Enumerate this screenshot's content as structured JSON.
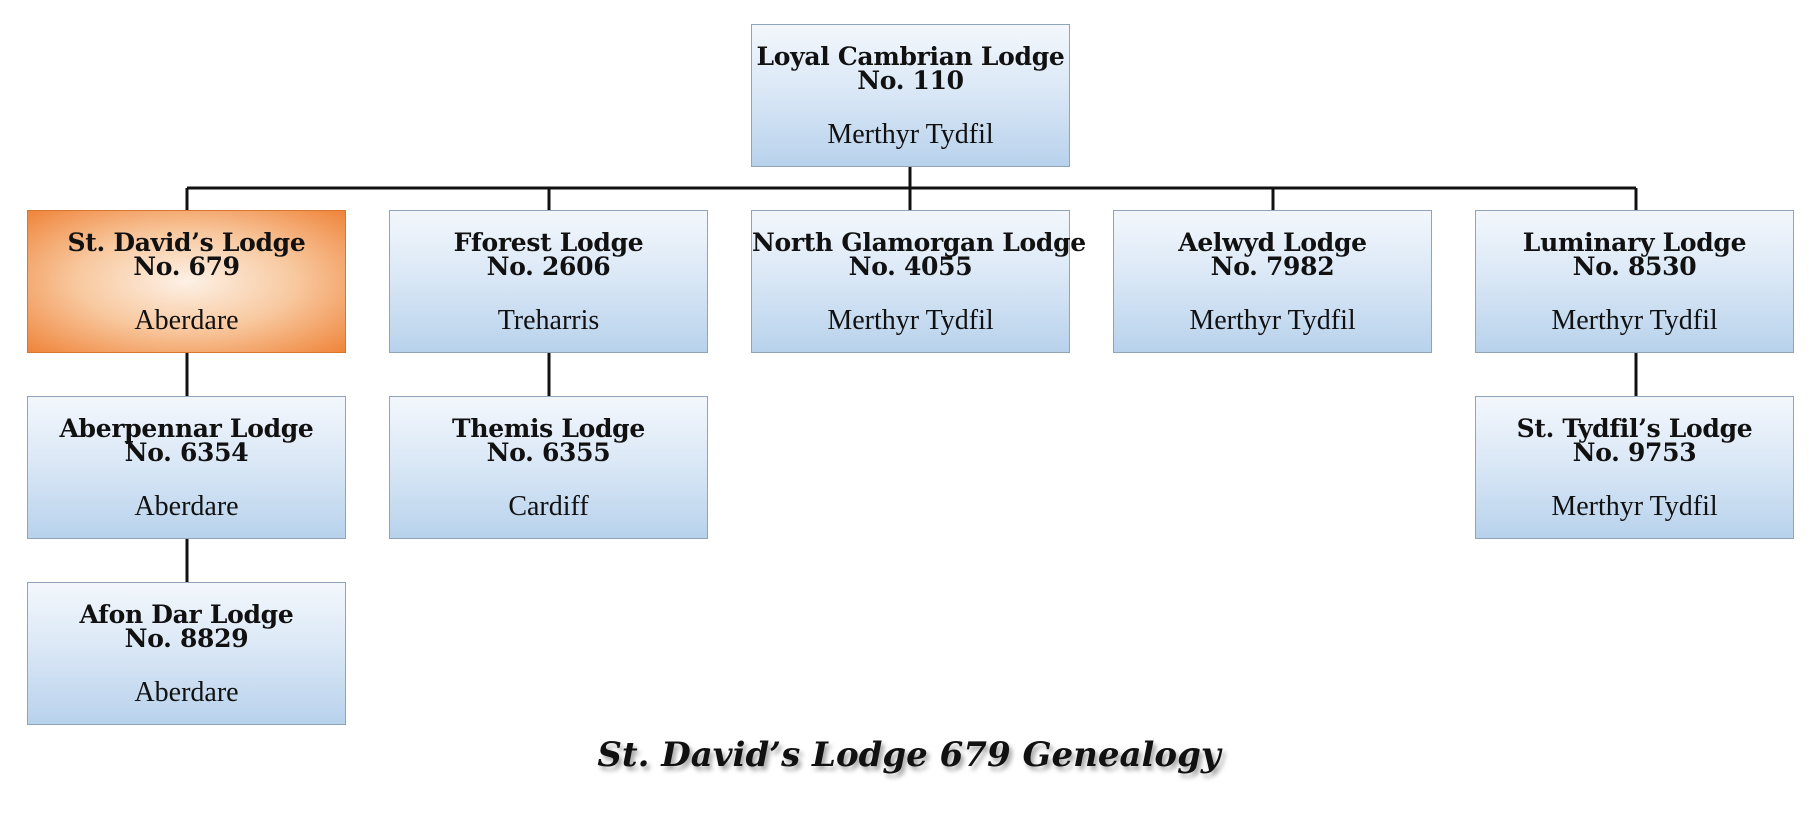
{
  "title": "St. David’s Lodge 679 Genealogy",
  "nodes": {
    "root": {
      "name": "Loyal Cambrian Lodge",
      "number": "No. 110",
      "location": "Merthyr Tydfil"
    },
    "st_davids": {
      "name": "St. David’s Lodge",
      "number": "No. 679",
      "location": "Aberdare",
      "highlighted": true
    },
    "fforest": {
      "name": "Fforest Lodge",
      "number": "No. 2606",
      "location": "Treharris"
    },
    "north_glam": {
      "name": "North Glamorgan Lodge",
      "number": "No. 4055",
      "location": "Merthyr Tydfil"
    },
    "aelwyd": {
      "name": "Aelwyd Lodge",
      "number": "No. 7982",
      "location": "Merthyr Tydfil"
    },
    "luminary": {
      "name": "Luminary Lodge",
      "number": "No. 8530",
      "location": "Merthyr Tydfil"
    },
    "aberpennar": {
      "name": "Aberpennar Lodge",
      "number": "No. 6354",
      "location": "Aberdare"
    },
    "themis": {
      "name": "Themis Lodge",
      "number": "No. 6355",
      "location": "Cardiff"
    },
    "st_tydfils": {
      "name": "St. Tydfil’s Lodge",
      "number": "No. 9753",
      "location": "Merthyr Tydfil"
    },
    "afon_dar": {
      "name": "Afon Dar Lodge",
      "number": "No. 8829",
      "location": "Aberdare"
    }
  },
  "edges": [
    [
      "root",
      "st_davids"
    ],
    [
      "root",
      "fforest"
    ],
    [
      "root",
      "north_glam"
    ],
    [
      "root",
      "aelwyd"
    ],
    [
      "root",
      "luminary"
    ],
    [
      "st_davids",
      "aberpennar"
    ],
    [
      "aberpennar",
      "afon_dar"
    ],
    [
      "fforest",
      "themis"
    ],
    [
      "luminary",
      "st_tydfils"
    ]
  ],
  "colors": {
    "node_fill_top": "#f3f7fc",
    "node_fill_bottom": "#b8d2ec",
    "highlight_fill_center": "#fdf1e6",
    "highlight_fill_edge": "#ef843a",
    "connector": "#111111"
  }
}
